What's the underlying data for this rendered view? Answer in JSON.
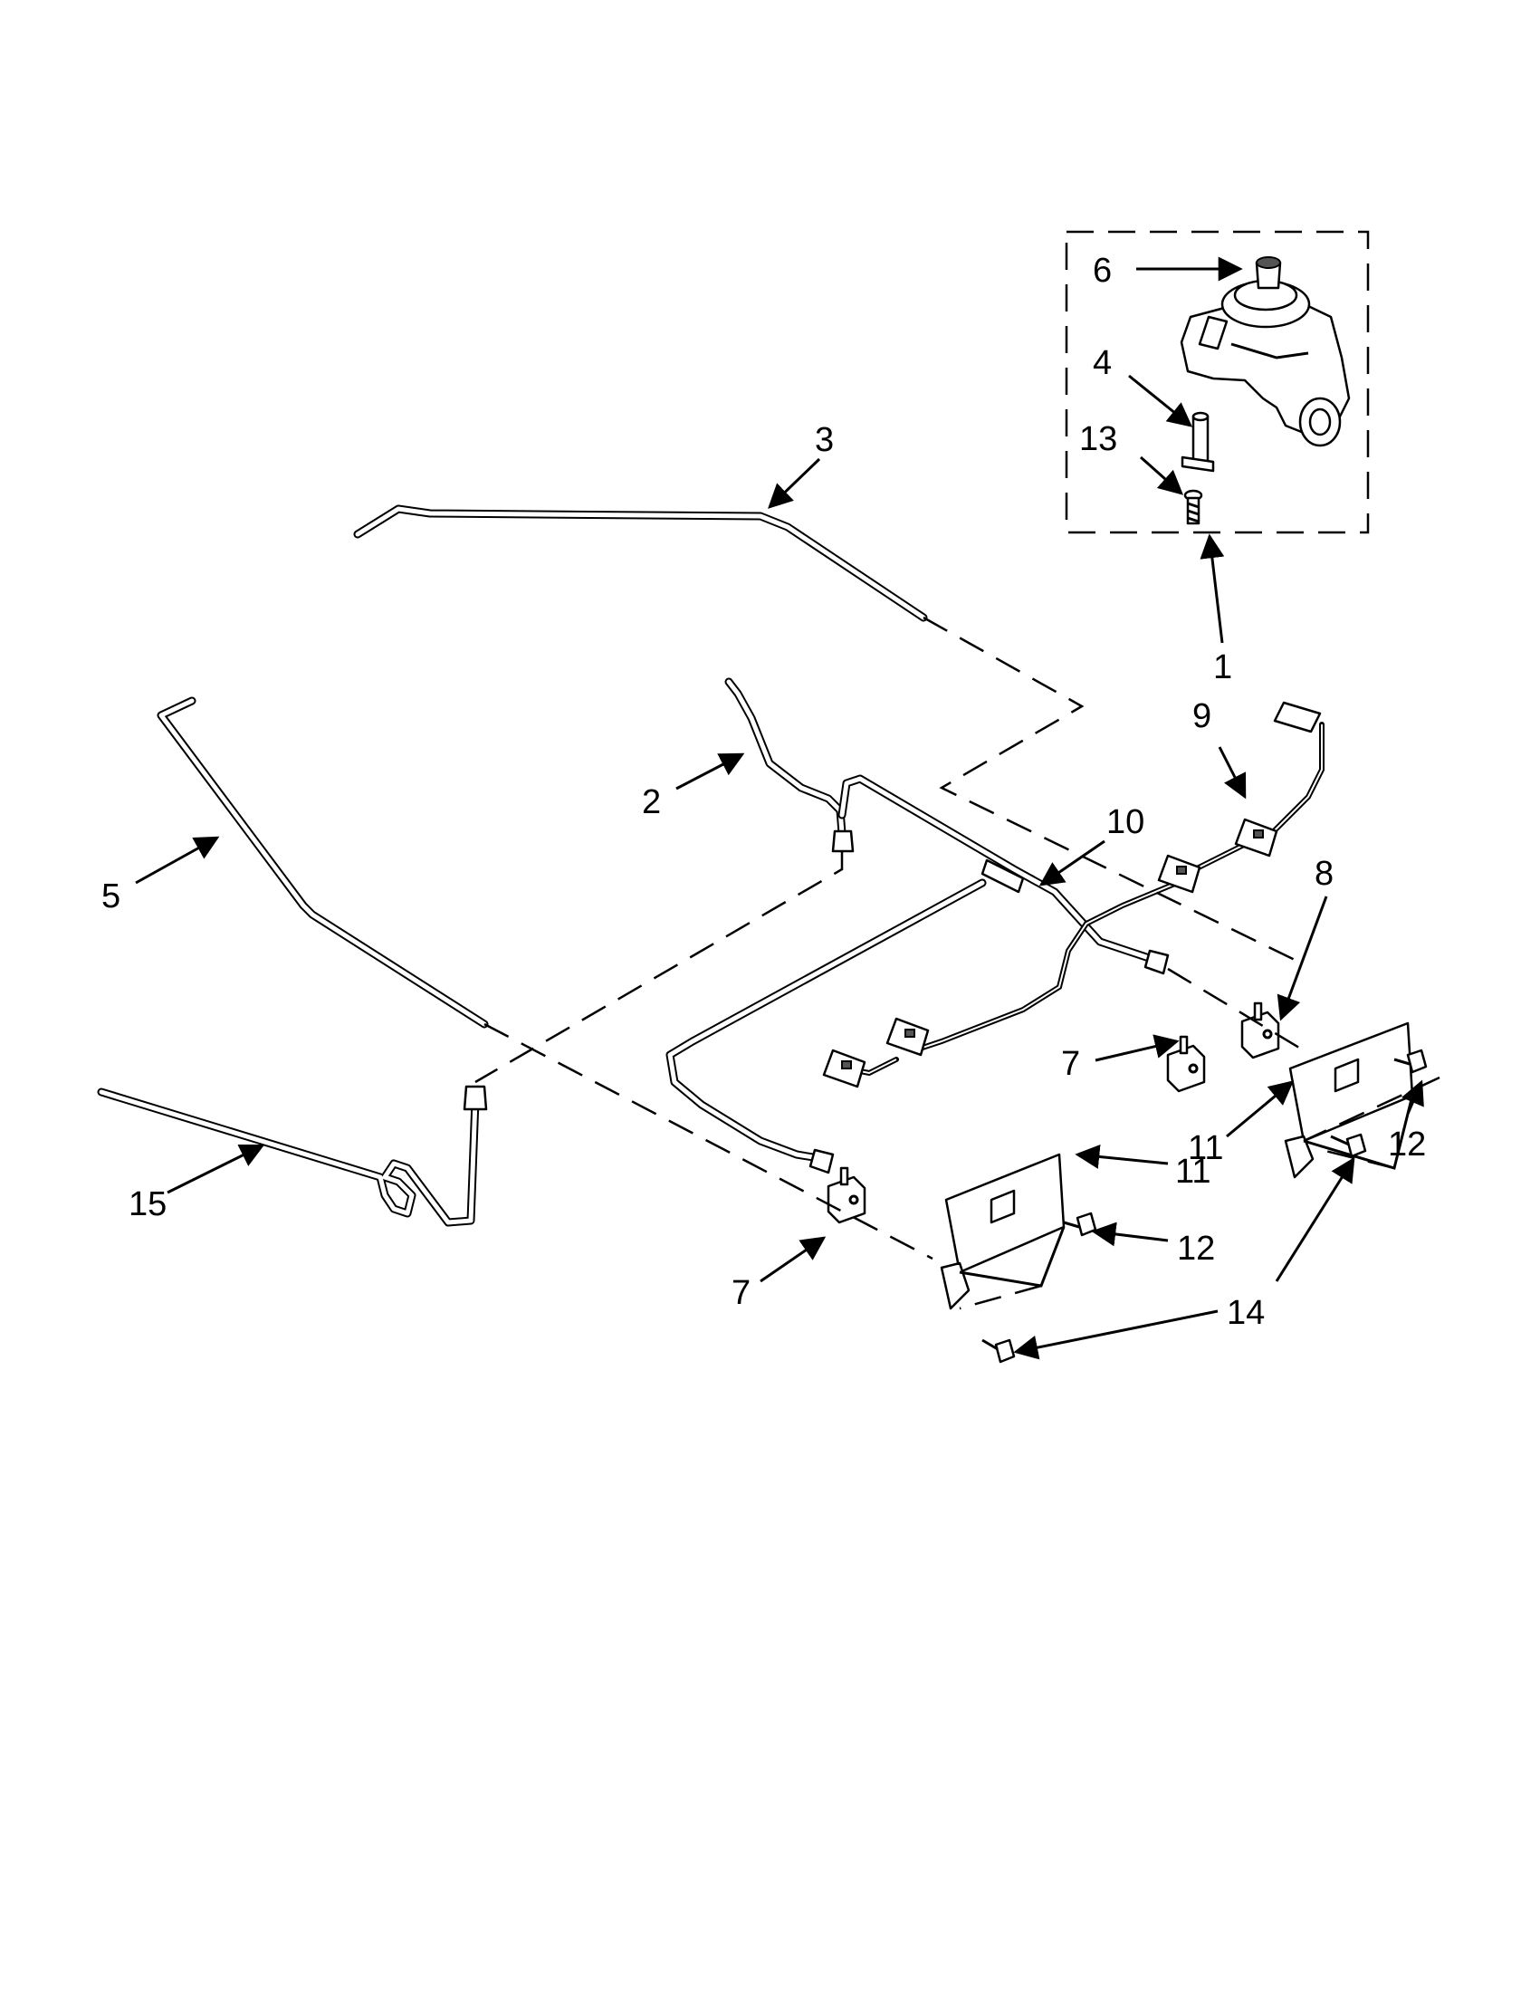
{
  "callouts": {
    "c1": "1",
    "c2": "2",
    "c3": "3",
    "c4": "4",
    "c5": "5",
    "c6": "6",
    "c7a": "7",
    "c7b": "7",
    "c8": "8",
    "c9": "9",
    "c10": "10",
    "c11a": "11",
    "c11b": "11",
    "c12a": "12",
    "c12b": "12",
    "c13": "13",
    "c14": "14",
    "c15": "15"
  }
}
